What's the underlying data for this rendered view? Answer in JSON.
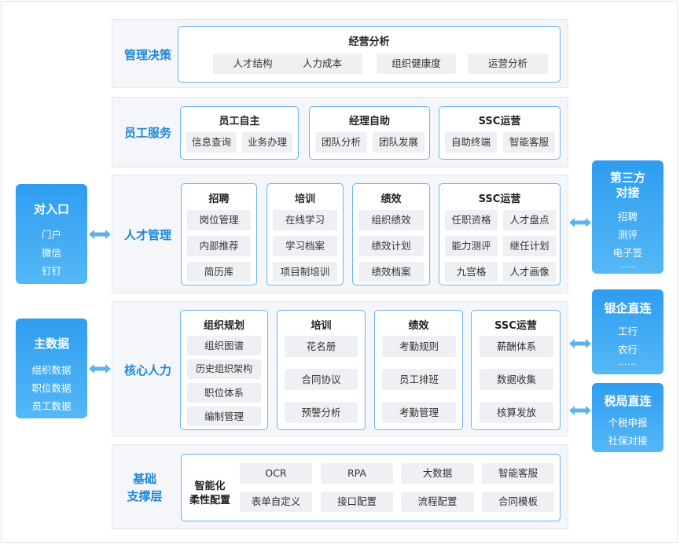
{
  "rows": {
    "decision": {
      "label": "管理决策",
      "box_title": "经营分析",
      "items": [
        "人才结构",
        "人力成本",
        "组织健康度",
        "运营分析"
      ]
    },
    "service": {
      "label": "员工服务",
      "groups": [
        {
          "title": "员工自主",
          "items": [
            "信息查询",
            "业务办理"
          ]
        },
        {
          "title": "经理自助",
          "items": [
            "团队分析",
            "团队发展"
          ]
        },
        {
          "title": "SSC运营",
          "items": [
            "自助终端",
            "智能客服"
          ]
        }
      ]
    },
    "talent": {
      "label": "人才管理",
      "groups": [
        {
          "title": "招聘",
          "items": [
            "岗位管理",
            "内部推荐",
            "简历库"
          ]
        },
        {
          "title": "培训",
          "items": [
            "在线学习",
            "学习档案",
            "项目制培训"
          ]
        },
        {
          "title": "绩效",
          "items": [
            "组织绩效",
            "绩效计划",
            "绩效档案"
          ]
        },
        {
          "title": "SSC运营",
          "items": [
            "任职资格",
            "人才盘点",
            "能力测评",
            "继任计划",
            "九宫格",
            "人才画像"
          ]
        }
      ]
    },
    "core": {
      "label": "核心人力",
      "groups": [
        {
          "title": "组织规划",
          "items": [
            "组织图谱",
            "历史组织架构",
            "职位体系",
            "编制管理"
          ]
        },
        {
          "title": "培训",
          "items": [
            "花名册",
            "合同协议",
            "预警分析"
          ]
        },
        {
          "title": "绩效",
          "items": [
            "考勤规则",
            "员工排班",
            "考勤管理"
          ]
        },
        {
          "title": "SSC运营",
          "items": [
            "薪酬体系",
            "数据收集",
            "核算发放"
          ]
        }
      ]
    },
    "base": {
      "label_line1": "基础",
      "label_line2": "支撑层",
      "config_line1": "智能化",
      "config_line2": "柔性配置",
      "items": [
        "OCR",
        "RPA",
        "大数据",
        "智能客服",
        "表单自定义",
        "接口配置",
        "流程配置",
        "合同模板"
      ]
    }
  },
  "left": {
    "entry": {
      "title": "对入口",
      "items": [
        "门户",
        "微信",
        "钉钉"
      ]
    },
    "master": {
      "title": "主数据",
      "items": [
        "组织数据",
        "职位数据",
        "员工数据"
      ]
    }
  },
  "right": {
    "third": {
      "title1": "第三方",
      "title2": "对接",
      "items": [
        "招聘",
        "测评",
        "电子签",
        "……"
      ]
    },
    "bank": {
      "title": "银企直连",
      "items": [
        "工行",
        "农行",
        "……"
      ]
    },
    "tax": {
      "title": "税局直连",
      "items": [
        "个税申报",
        "社保对接"
      ]
    }
  },
  "colors": {
    "accent": "#1f87d6",
    "border": "#6fb3ea",
    "side_start": "#2e9df0",
    "side_end": "#55b8f6",
    "item_bg": "#eef0f3"
  }
}
